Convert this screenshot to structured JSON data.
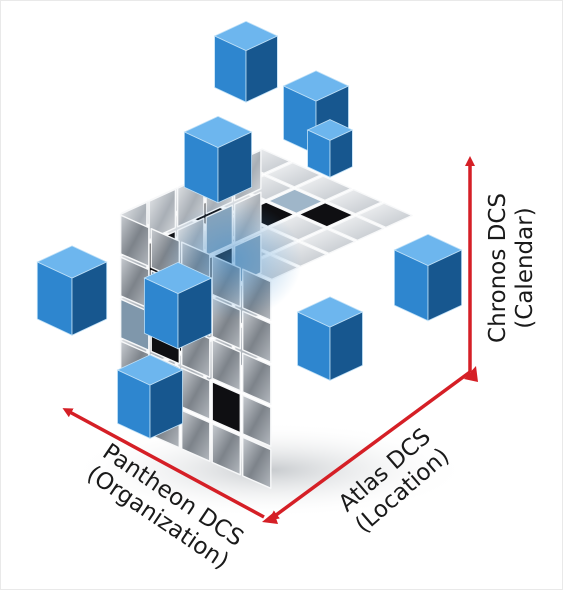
{
  "image": {
    "subject": "cube-of-cubes",
    "colors": {
      "cube_light": "#eceef0",
      "cube_mid": "#b9bfc6",
      "cube_dark": "#6d737a",
      "hole": "#0f0f12",
      "accent_blue": "#2e86cf",
      "accent_blue_light": "#6db6ee",
      "accent_blue_dark": "#17578f",
      "arrow_red": "#d51f26"
    }
  },
  "axes": {
    "chronos": {
      "line1": "Chronos DCS",
      "line2": "(Calendar)"
    },
    "atlas": {
      "line1": "Atlas DCS",
      "line2": "(Location)"
    },
    "pantheon": {
      "line1": "Pantheon DCS",
      "line2": "(Organization)"
    }
  }
}
